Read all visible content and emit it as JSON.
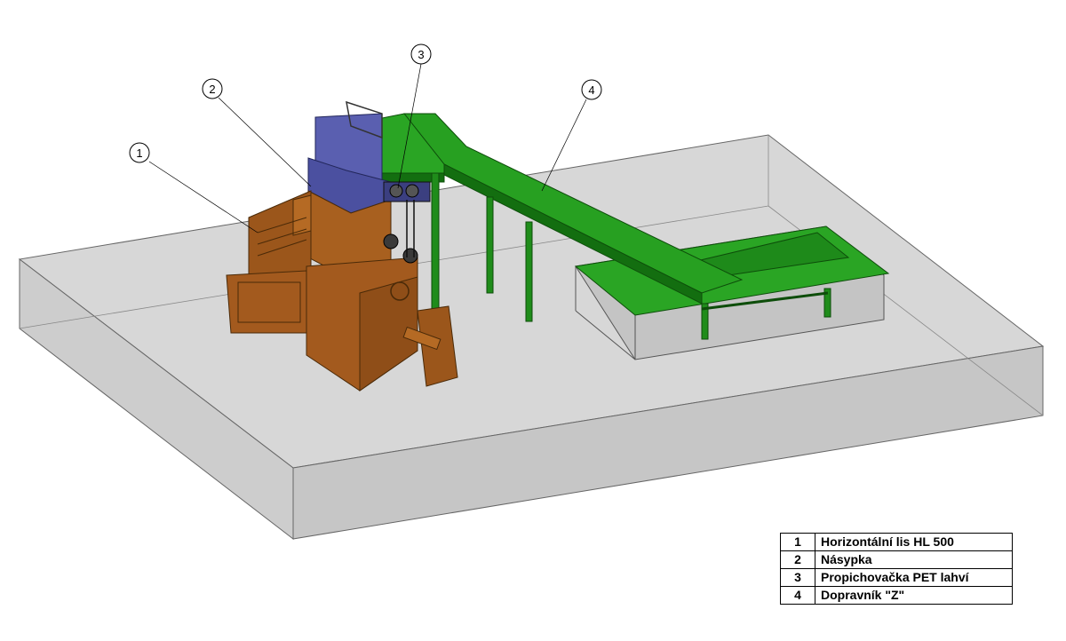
{
  "callouts": [
    "1",
    "2",
    "3",
    "4"
  ],
  "legend": [
    {
      "num": "1",
      "label": "Horizontální lis HL 500"
    },
    {
      "num": "2",
      "label": "Násypka"
    },
    {
      "num": "3",
      "label": "Propichovačka PET lahví"
    },
    {
      "num": "4",
      "label": "Dopravník \"Z\""
    }
  ],
  "colors": {
    "floor": "#cfcfcf",
    "press": "#a35a1e",
    "hopper": "#5a5fb0",
    "conveyor": "#1a9a14"
  }
}
